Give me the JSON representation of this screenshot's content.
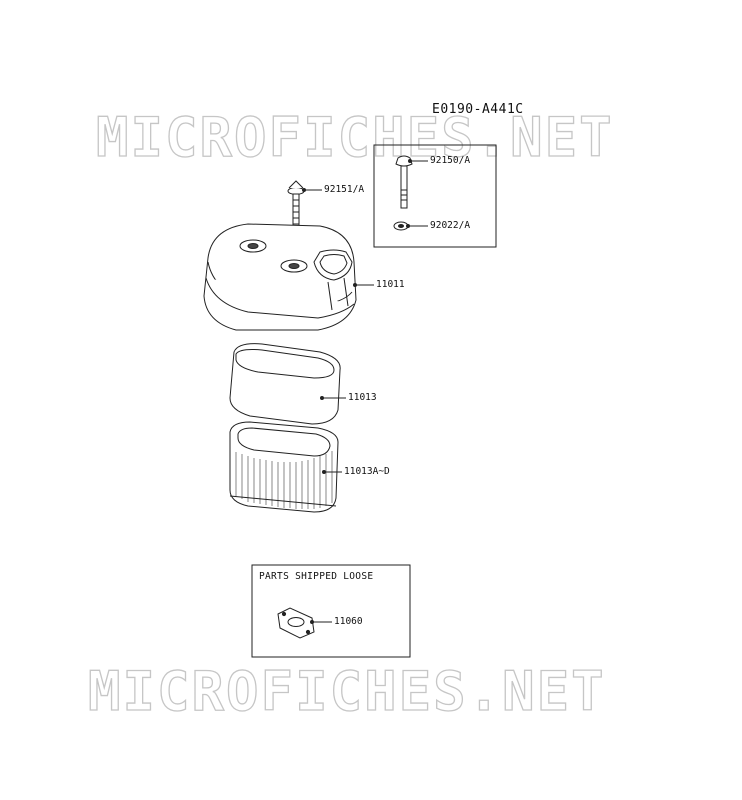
{
  "diagram": {
    "code": "E0190-A441C",
    "watermark": "MICROFICHES.NET",
    "loose_box_title": "PARTS SHIPPED LOOSE",
    "parts": [
      {
        "id": "92151-a",
        "label": "92151/A",
        "icon": "bolt-icon"
      },
      {
        "id": "92150-a",
        "label": "92150/A",
        "icon": "wing-bolt-icon"
      },
      {
        "id": "92022-a",
        "label": "92022/A",
        "icon": "washer-icon"
      },
      {
        "id": "11011",
        "label": "11011",
        "icon": "air-cleaner-cover-icon"
      },
      {
        "id": "11013",
        "label": "11013",
        "icon": "pre-cleaner-icon"
      },
      {
        "id": "11013a-d",
        "label": "11013A~D",
        "icon": "air-filter-element-icon"
      },
      {
        "id": "11060",
        "label": "11060",
        "icon": "gasket-icon"
      }
    ]
  }
}
